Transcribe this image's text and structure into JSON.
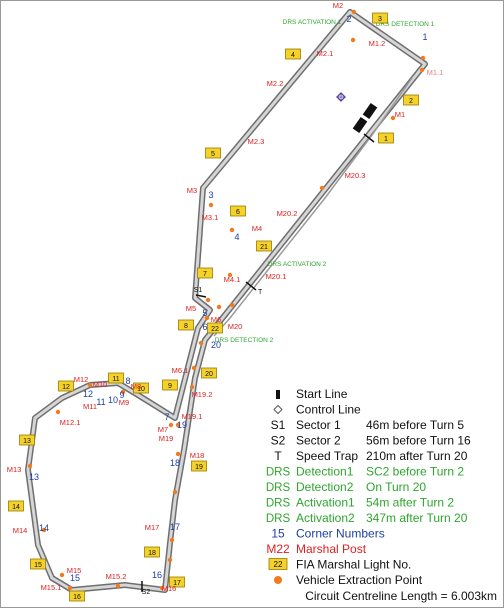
{
  "colors": {
    "track": "#bdbdbd",
    "track_edge": "#6e6e6e",
    "corner": "#1f3fa8",
    "marshal": "#e02020",
    "drs": "#2ea52e",
    "light_fill": "#f5d22a",
    "light_stroke": "#9a7a00",
    "extraction": "#f07a1e",
    "text": "#111111"
  },
  "drs_labels": [
    {
      "text": "DRS ACTIVATION 1"
    },
    {
      "text": "DRS DETECTION 1"
    },
    {
      "text": "DRS ACTIVATION 2"
    },
    {
      "text": "DRS DETECTION 2"
    }
  ],
  "sector_labels": [
    "S1",
    "S2"
  ],
  "speed_trap_label": "T",
  "corners": [
    "1",
    "2",
    "3",
    "4",
    "5",
    "6",
    "7",
    "8",
    "9",
    "10",
    "11",
    "12",
    "13",
    "14",
    "15",
    "16",
    "17",
    "18",
    "19",
    "20"
  ],
  "marshal_posts": [
    "M1",
    "M1.1",
    "M1.2",
    "M2",
    "M2.1",
    "M2.2",
    "M2.3",
    "M3",
    "M3.1",
    "M4",
    "M4.1",
    "M5",
    "M6",
    "M19",
    "M19.1",
    "M19.2",
    "M20",
    "M20.1",
    "M20.2",
    "M20.3",
    "M6.1",
    "M7",
    "M8",
    "M9",
    "M10",
    "M11",
    "M12",
    "M12.1",
    "M13",
    "M14",
    "M15",
    "M15.1",
    "M15.2",
    "M16",
    "M17",
    "M18"
  ],
  "marshal_lights": [
    "1",
    "2",
    "3",
    "4",
    "5",
    "6",
    "7",
    "8",
    "9",
    "10",
    "11",
    "12",
    "13",
    "14",
    "15",
    "16",
    "17",
    "18",
    "19",
    "20",
    "21",
    "22"
  ],
  "legend": [
    {
      "symbol": "start-line",
      "text": "Start Line"
    },
    {
      "symbol": "control-line",
      "text": "Control Line"
    },
    {
      "symbol": "S1",
      "text": "Sector 1",
      "detail": "46m before Turn 5"
    },
    {
      "symbol": "S2",
      "text": "Sector 2",
      "detail": "56m before Turn 16"
    },
    {
      "symbol": "T",
      "text": "Speed Trap",
      "detail": "210m after Turn 20"
    },
    {
      "symbol": "DRS",
      "text": "Detection1",
      "detail": "SC2 before Turn 2"
    },
    {
      "symbol": "DRS",
      "text": "Detection2",
      "detail": "On Turn 20"
    },
    {
      "symbol": "DRS",
      "text": "Activation1",
      "detail": "54m after Turn 2"
    },
    {
      "symbol": "DRS",
      "text": "Activation2",
      "detail": "347m after Turn 20"
    },
    {
      "symbol": "15",
      "text": "Corner Numbers"
    },
    {
      "symbol": "M22",
      "text": "Marshal Post"
    },
    {
      "symbol": "22",
      "text": "FIA Marshal Light No."
    },
    {
      "symbol": "dot",
      "text": "Vehicle Extraction Point"
    }
  ],
  "footer": "Circuit Centreline Length = 6.003km"
}
